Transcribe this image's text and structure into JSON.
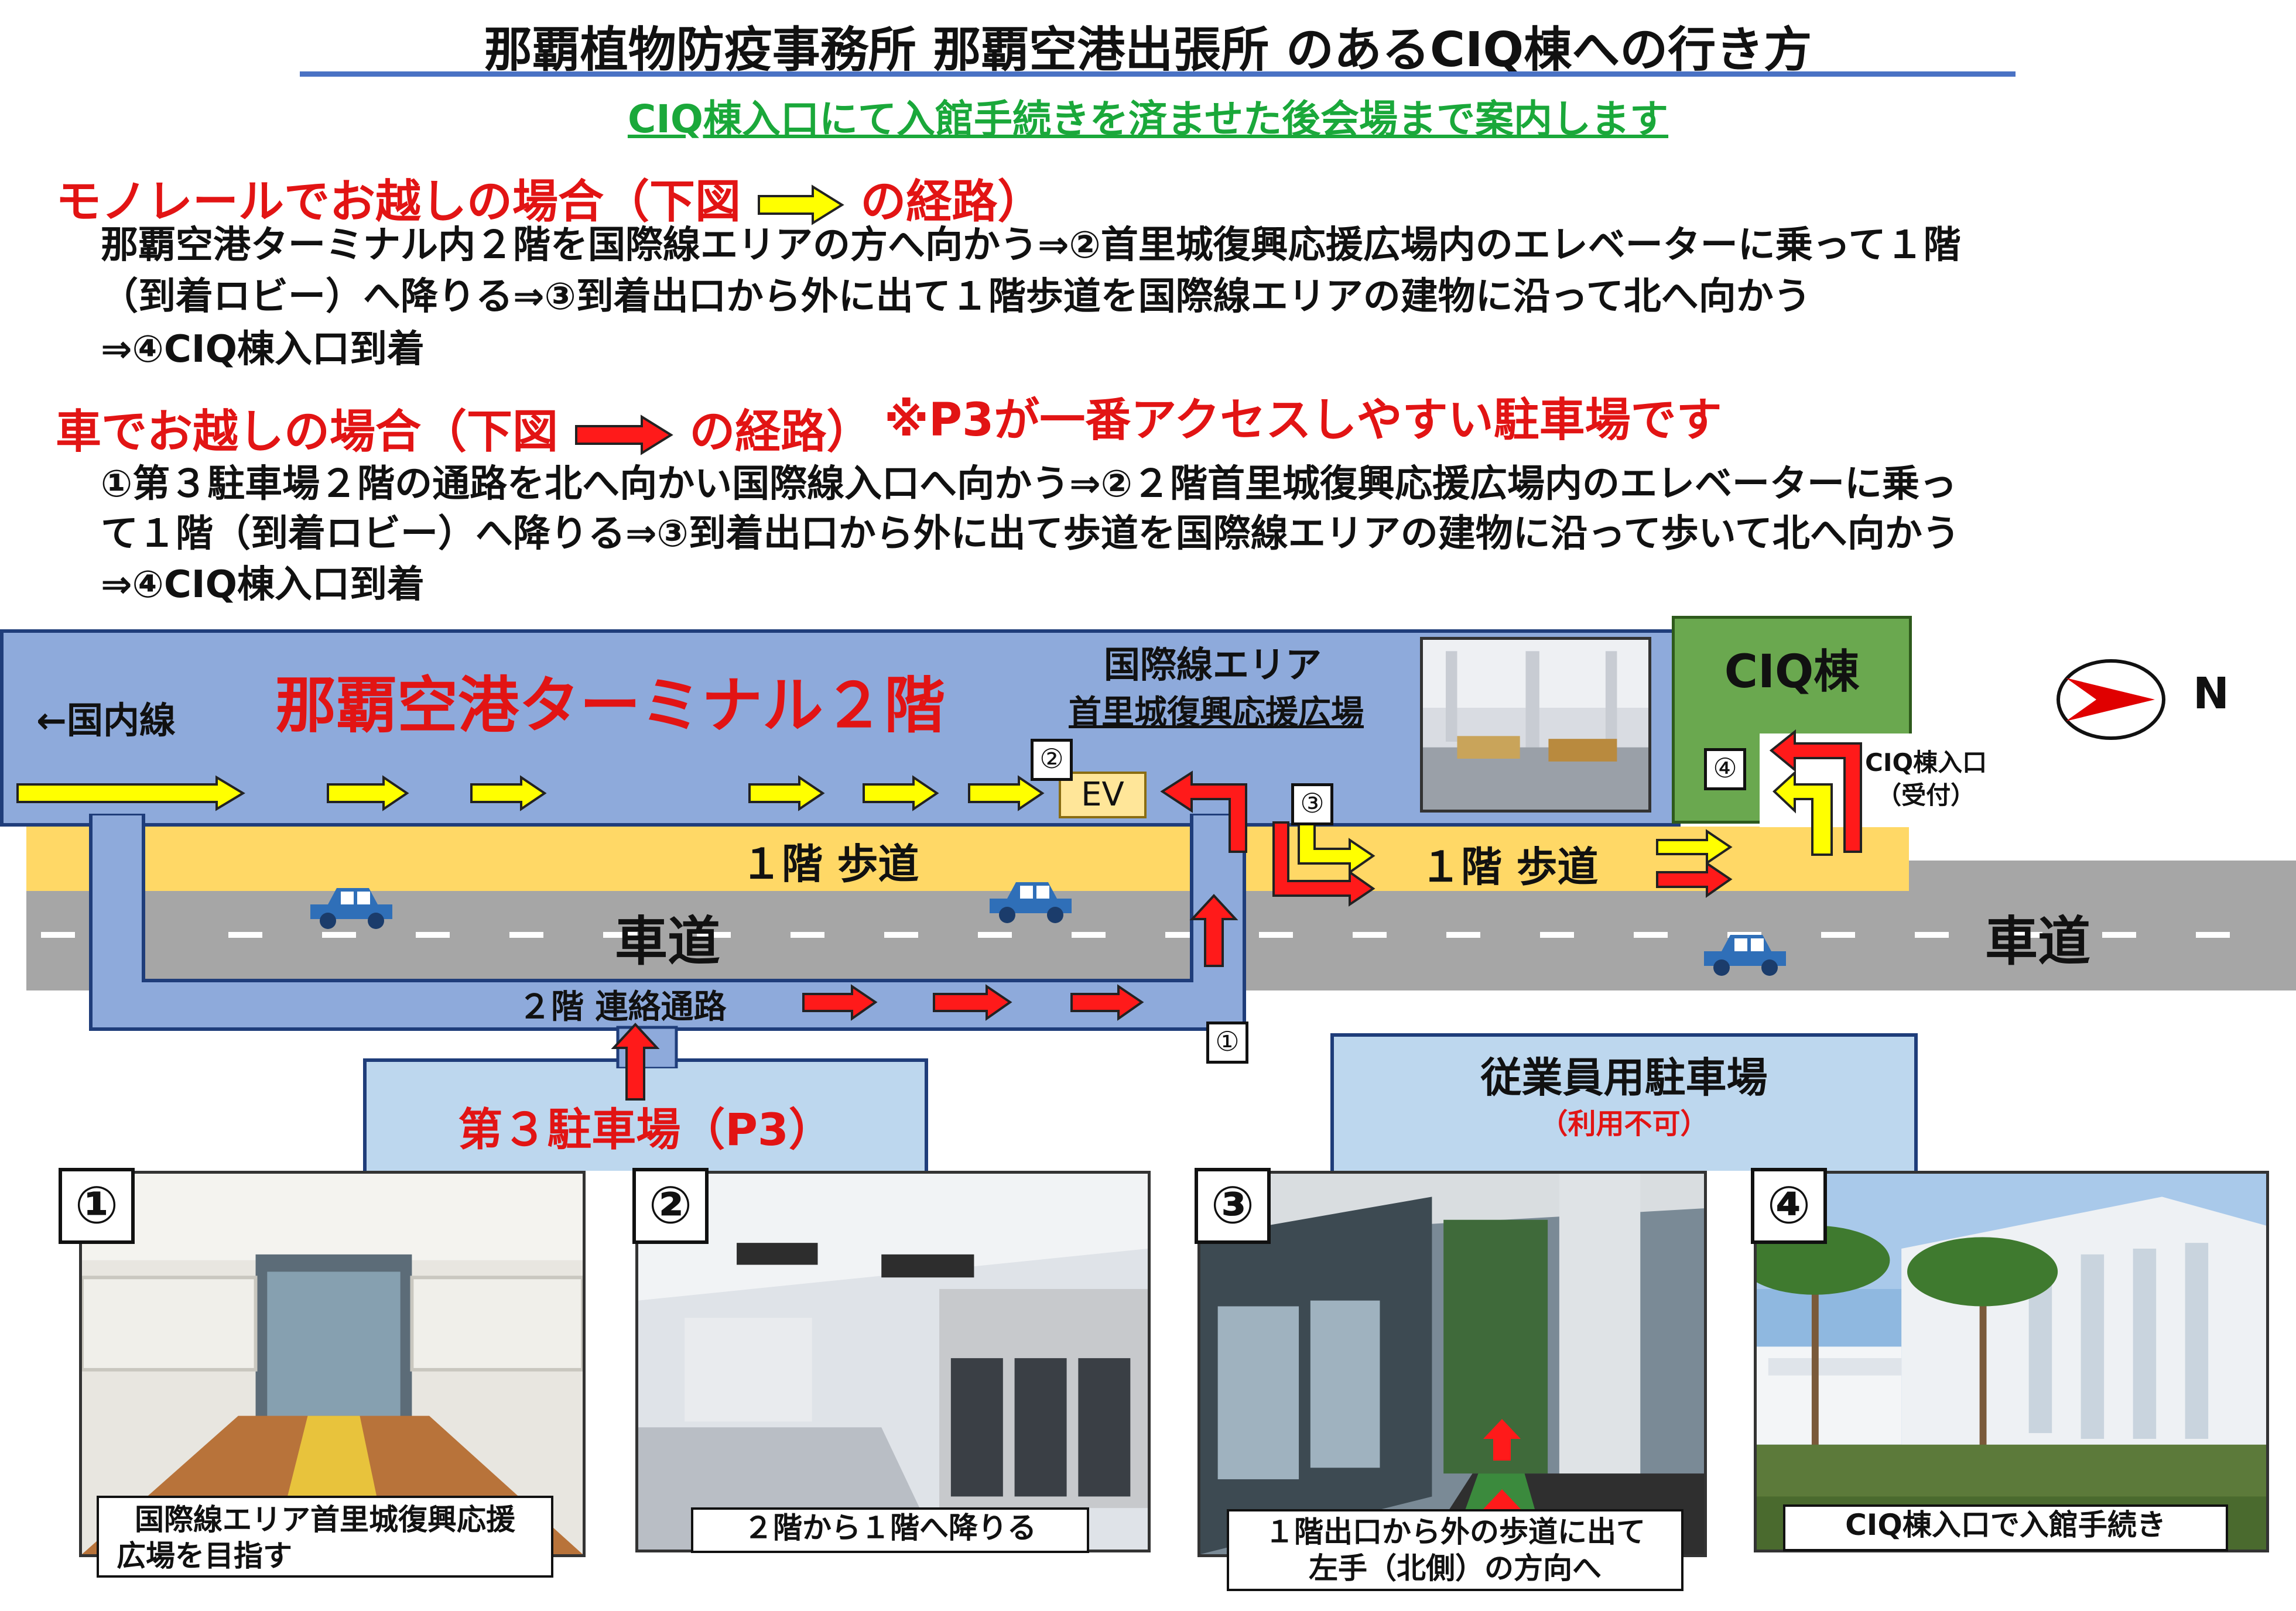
{
  "title": "那覇植物防疫事務所 那覇空港出張所 のあるCIQ棟への行き方",
  "subtitle": "CIQ棟入口にて入館手続きを済ませた後会場まで案内します",
  "monorail": {
    "heading_pre": "モノレールでお越しの場合（下図",
    "heading_post": "の経路）",
    "line1": "那覇空港ターミナル内２階を国際線エリアの方へ向かう⇒②首里城復興応援広場内のエレベーターに乗って１階",
    "line2": "（到着ロビー）へ降りる⇒③到着出口から外に出て１階歩道を国際線エリアの建物に沿って北へ向かう",
    "line3": "⇒④CIQ棟入口到着"
  },
  "car": {
    "heading_pre": "車でお越しの場合（下図",
    "heading_post": "の経路）",
    "note": "※P3が一番アクセスしやすい駐車場です",
    "line1": "①第３駐車場２階の通路を北へ向かい国際線入口へ向かう⇒②２階首里城復興応援広場内のエレベーターに乗っ",
    "line2": "て１階（到着ロビー）へ降りる⇒③到着出口から外に出て歩道を国際線エリアの建物に沿って歩いて北へ向かう",
    "line3": "⇒④CIQ棟入口到着"
  },
  "map": {
    "terminal_title": "那覇空港ターミナル２階",
    "domestic": "←国内線",
    "intl_area": "国際線エリア",
    "plaza": "首里城復興応援広場",
    "ciq": "CIQ棟",
    "ciq_entrance_1": "CIQ棟入口",
    "ciq_entrance_2": "（受付）",
    "north": "N",
    "ev": "EV",
    "sidewalk_left": "１階 歩道",
    "sidewalk_right": "１階 歩道",
    "road_left": "車道",
    "road_right": "車道",
    "corridor": "２階 連絡通路",
    "p3": "第３駐車場（P3）",
    "staff_parking": "従業員用駐車場",
    "staff_parking_note": "（利用不可）",
    "n1": "①",
    "n2": "②",
    "n3": "③",
    "n4": "④"
  },
  "photos": [
    {
      "badge": "①",
      "caption_1": "国際線エリア首里城復興応援",
      "caption_2": "広場を目指す"
    },
    {
      "badge": "②",
      "caption_1": "２階から１階へ降りる",
      "caption_2": ""
    },
    {
      "badge": "③",
      "caption_1": "１階出口から外の歩道に出て",
      "caption_2": "左手（北側）の方向へ"
    },
    {
      "badge": "④",
      "caption_1": "CIQ棟入口で入館手続き",
      "caption_2": ""
    }
  ],
  "colors": {
    "route_monorail": "#ffff00",
    "route_car": "#ff0000",
    "terminal": "#8eaadb",
    "ciq": "#6aa84f",
    "sidewalk": "#ffd866",
    "road": "#a6a6a6"
  }
}
